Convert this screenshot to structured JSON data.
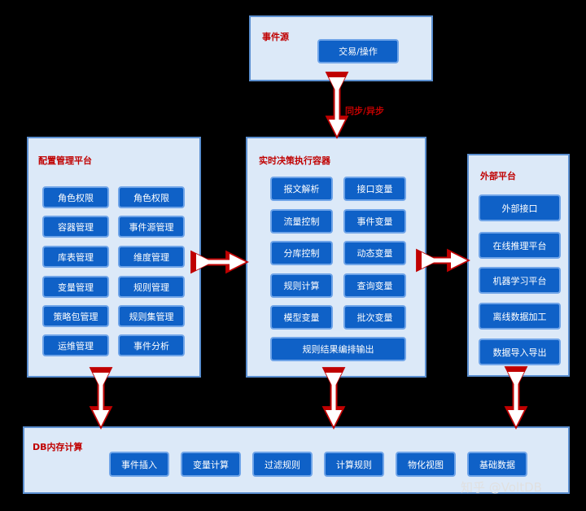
{
  "event_source": {
    "title": "事件源",
    "action": "交易/操作"
  },
  "sync_label": "同步/异步",
  "config_platform": {
    "title": "配置管理平台",
    "items": [
      "角色权限",
      "角色权限",
      "容器管理",
      "事件源管理",
      "库表管理",
      "维度管理",
      "变量管理",
      "规则管理",
      "策略包管理",
      "规则集管理",
      "运维管理",
      "事件分析"
    ]
  },
  "realtime_container": {
    "title": "实时决策执行容器",
    "items": [
      "报文解析",
      "接口变量",
      "流量控制",
      "事件变量",
      "分库控制",
      "动态变量",
      "规则计算",
      "查询变量",
      "模型变量",
      "批次变量"
    ],
    "output": "规则结果编排输出"
  },
  "external_platform": {
    "title": "外部平台",
    "items": [
      "外部接口",
      "在线推理平台",
      "机器学习平台",
      "离线数据加工",
      "数据导入导出"
    ]
  },
  "db_memory": {
    "title": "DB内存计算",
    "items": [
      "事件插入",
      "变量计算",
      "过滤规则",
      "计算规则",
      "物化视图",
      "基础数据"
    ]
  },
  "watermark": "知乎 @VoltDB"
}
